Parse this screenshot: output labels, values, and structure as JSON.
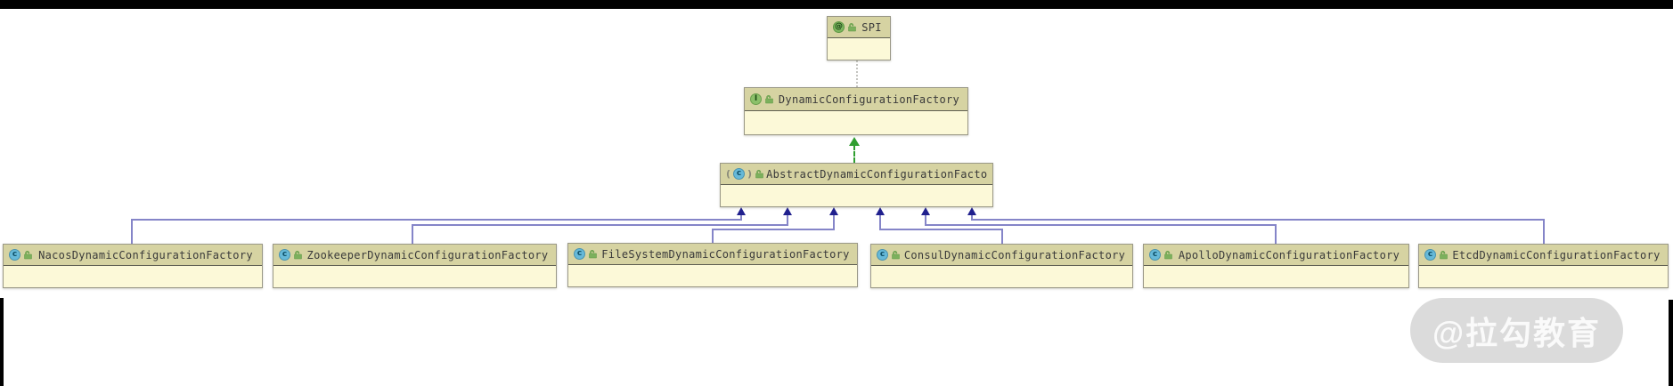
{
  "diagram": {
    "type": "uml-class-diagram",
    "nodes": [
      {
        "label": "SPI",
        "kind": "annotation"
      },
      {
        "label": "DynamicConfigurationFactory",
        "kind": "interface"
      },
      {
        "label": "AbstractDynamicConfigurationFactory",
        "kind": "abstract-class"
      },
      {
        "label": "NacosDynamicConfigurationFactory",
        "kind": "class"
      },
      {
        "label": "ZookeeperDynamicConfigurationFactory",
        "kind": "class"
      },
      {
        "label": "FileSystemDynamicConfigurationFactory",
        "kind": "class"
      },
      {
        "label": "ConsulDynamicConfigurationFactory",
        "kind": "class"
      },
      {
        "label": "ApolloDynamicConfigurationFactory",
        "kind": "class"
      },
      {
        "label": "EtcdDynamicConfigurationFactory",
        "kind": "class"
      }
    ],
    "edges": [
      {
        "from": "DynamicConfigurationFactory",
        "to": "SPI",
        "type": "annotated-with",
        "style": "grey-dotted"
      },
      {
        "from": "AbstractDynamicConfigurationFactory",
        "to": "DynamicConfigurationFactory",
        "type": "implements",
        "style": "green-dashed-arrow"
      },
      {
        "from": "NacosDynamicConfigurationFactory",
        "to": "AbstractDynamicConfigurationFactory",
        "type": "extends",
        "style": "blue-solid-arrow"
      },
      {
        "from": "ZookeeperDynamicConfigurationFactory",
        "to": "AbstractDynamicConfigurationFactory",
        "type": "extends",
        "style": "blue-solid-arrow"
      },
      {
        "from": "FileSystemDynamicConfigurationFactory",
        "to": "AbstractDynamicConfigurationFactory",
        "type": "extends",
        "style": "blue-solid-arrow"
      },
      {
        "from": "ConsulDynamicConfigurationFactory",
        "to": "AbstractDynamicConfigurationFactory",
        "type": "extends",
        "style": "blue-solid-arrow"
      },
      {
        "from": "ApolloDynamicConfigurationFactory",
        "to": "AbstractDynamicConfigurationFactory",
        "type": "extends",
        "style": "blue-solid-arrow"
      },
      {
        "from": "EtcdDynamicConfigurationFactory",
        "to": "AbstractDynamicConfigurationFactory",
        "type": "extends",
        "style": "blue-solid-arrow"
      }
    ],
    "icon_glyphs": {
      "class": "c",
      "interface": "I",
      "annotation": "@",
      "abstract_paren_left": "(",
      "abstract_paren_right": ")"
    },
    "colors": {
      "node_header": "#d6d3a2",
      "node_body": "#fcf9d8",
      "extends_line": "#8585c8",
      "extends_arrowhead": "#20208e",
      "implements_arrow": "#2f9e2f",
      "annotation_line": "#c4c4c0"
    }
  },
  "watermark": {
    "text": "@拉勾教育"
  }
}
